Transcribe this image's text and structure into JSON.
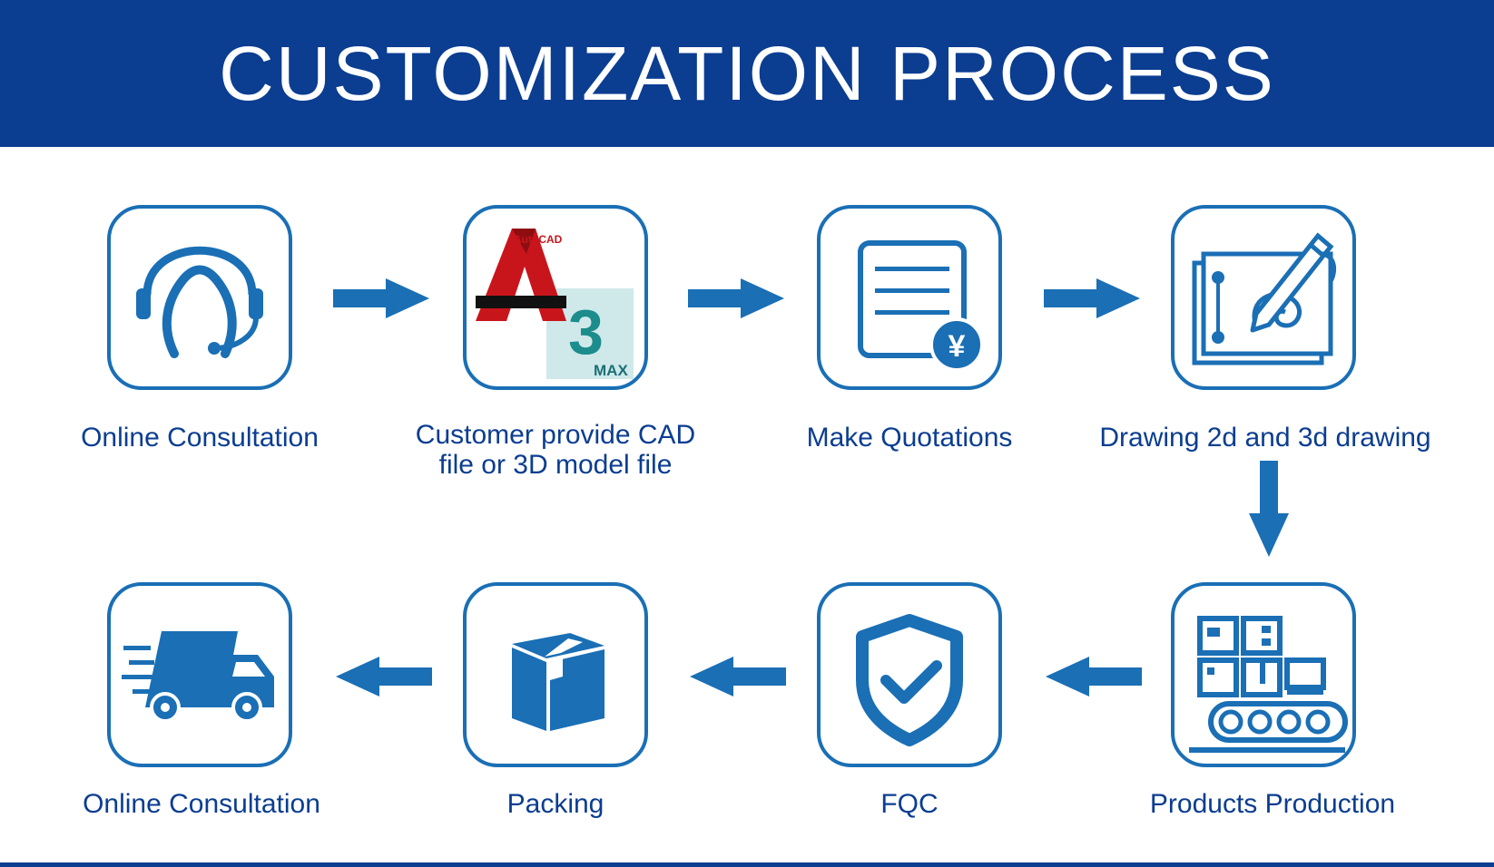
{
  "header": {
    "title": "CUSTOMIZATION PROCESS"
  },
  "colors": {
    "header_bg": "#0b3d91",
    "accent": "#1a6fb5",
    "text": "#0b3d91"
  },
  "steps": [
    {
      "label": "Online Consultation",
      "icon": "headset-support-icon"
    },
    {
      "label_line1": "Customer provide CAD",
      "label_line2": "file or 3D model file",
      "icon": "autocad-3dsmax-icon",
      "icon_text_a": "AutoCAD",
      "icon_text_b": "MAX"
    },
    {
      "label": "Make Quotations",
      "icon": "quotation-document-icon"
    },
    {
      "label": "Drawing 2d and 3d drawing",
      "icon": "blueprint-drawing-icon"
    },
    {
      "label": "Products Production",
      "icon": "conveyor-production-icon"
    },
    {
      "label": "FQC",
      "icon": "shield-check-icon"
    },
    {
      "label": "Packing",
      "icon": "package-box-icon"
    },
    {
      "label": "Online Consultation",
      "icon": "delivery-truck-icon"
    }
  ]
}
